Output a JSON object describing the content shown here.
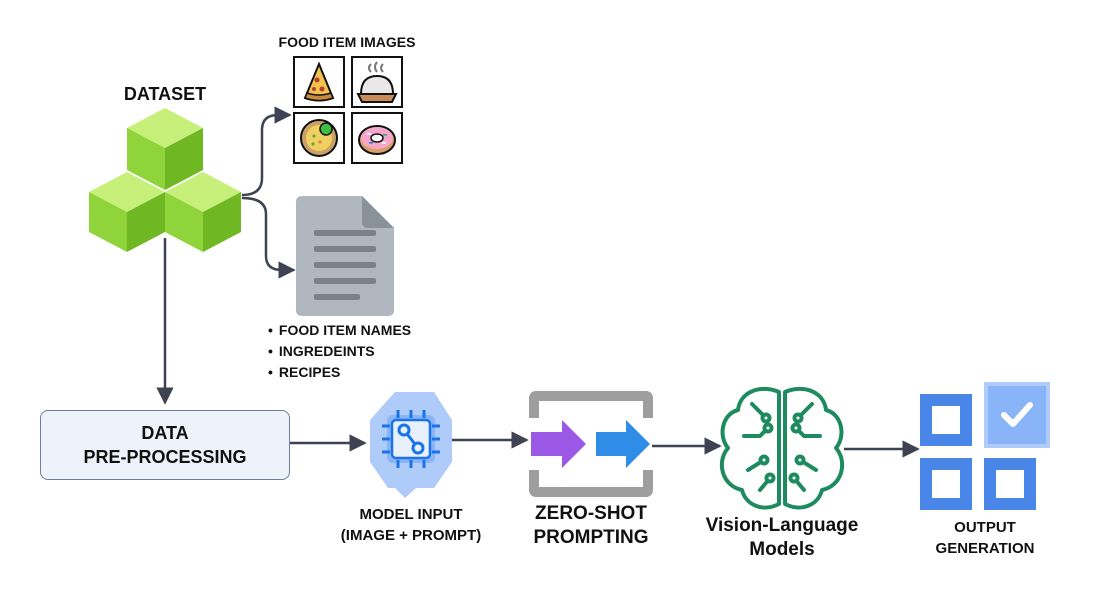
{
  "dataset": {
    "title": "DATASET"
  },
  "food_images": {
    "title": "FOOD ITEM IMAGES",
    "icons": [
      "pizza-slice-icon",
      "steaming-dish-icon",
      "soup-bowl-icon",
      "donut-icon"
    ]
  },
  "document": {
    "icon": "document-icon",
    "items": [
      "FOOD ITEM NAMES",
      "INGREDEINTS",
      "RECIPES"
    ]
  },
  "preprocessing": {
    "line1": "DATA",
    "line2": "PRE-PROCESSING"
  },
  "model_input": {
    "line1": "MODEL INPUT",
    "line2": "(IMAGE + PROMPT)",
    "icon": "chip-bubble-icon"
  },
  "zero_shot": {
    "line1": "ZERO-SHOT",
    "line2": "PROMPTING",
    "icon": "double-arrow-icon"
  },
  "vlm": {
    "line1": "Vision-Language",
    "line2": "Models",
    "icon": "brain-circuit-icon"
  },
  "output": {
    "line1": "OUTPUT",
    "line2": "GENERATION",
    "icon": "grid-check-icon"
  },
  "colors": {
    "cube": "#8fd43a",
    "arrow": "#3d4352",
    "chip": "#1a73e8",
    "brain": "#1d8a5f",
    "purple": "#9b59e6",
    "blue": "#2f8de8"
  }
}
